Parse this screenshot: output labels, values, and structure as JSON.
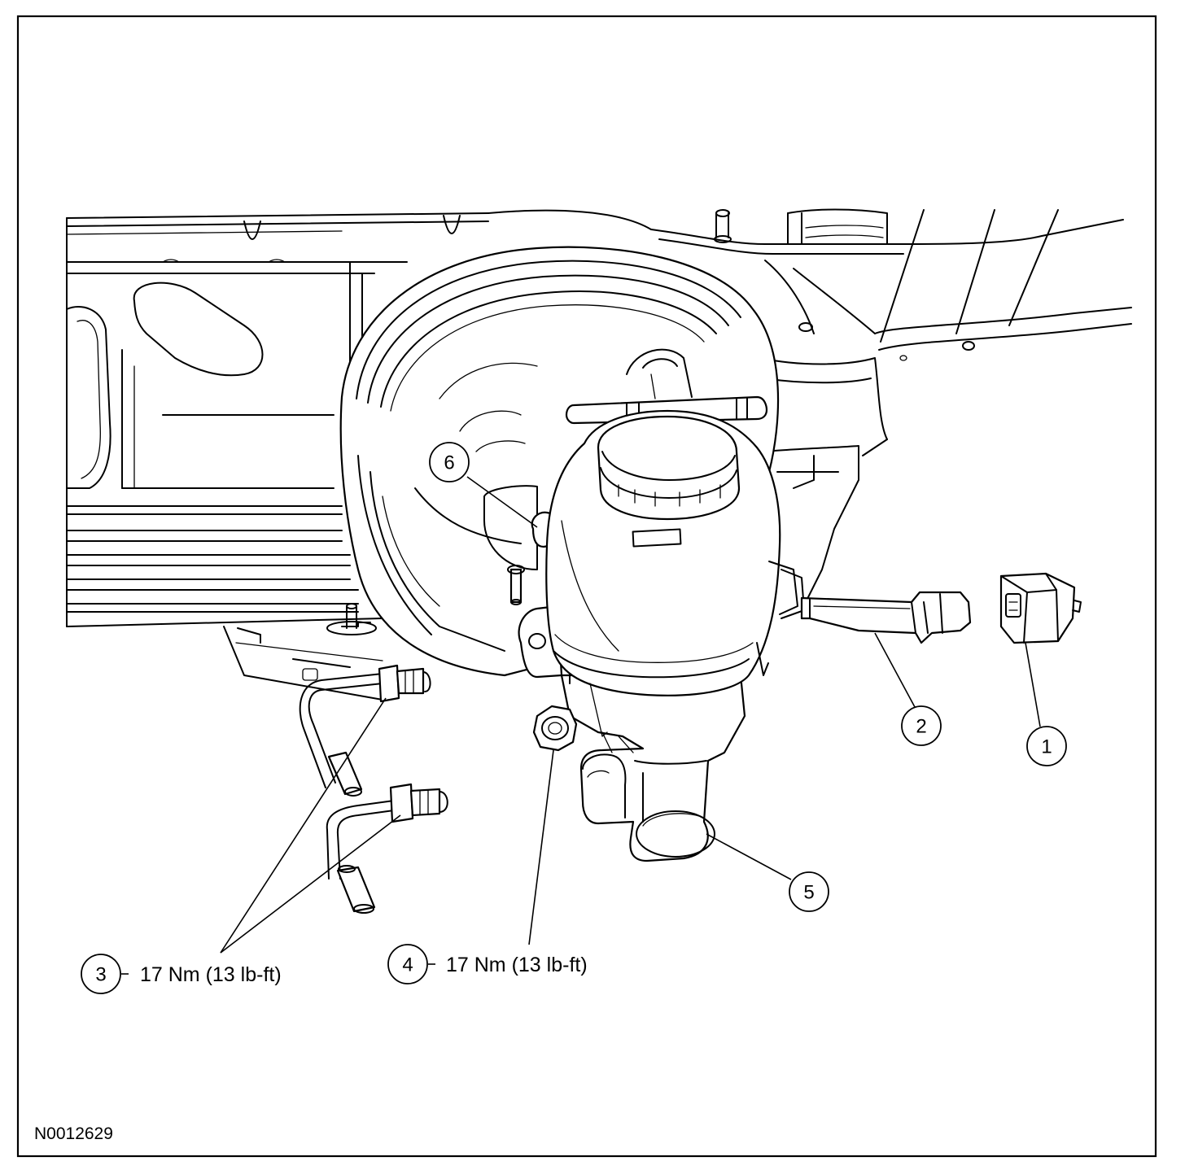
{
  "figure_id": "N0012629",
  "callouts": [
    {
      "number": "1"
    },
    {
      "number": "2"
    },
    {
      "number": "3",
      "torque": "17 Nm (13 lb-ft)"
    },
    {
      "number": "4",
      "torque": "17 Nm (13 lb-ft)"
    },
    {
      "number": "5"
    },
    {
      "number": "6"
    }
  ],
  "colors": {
    "line": "#000000",
    "background": "#ffffff"
  }
}
